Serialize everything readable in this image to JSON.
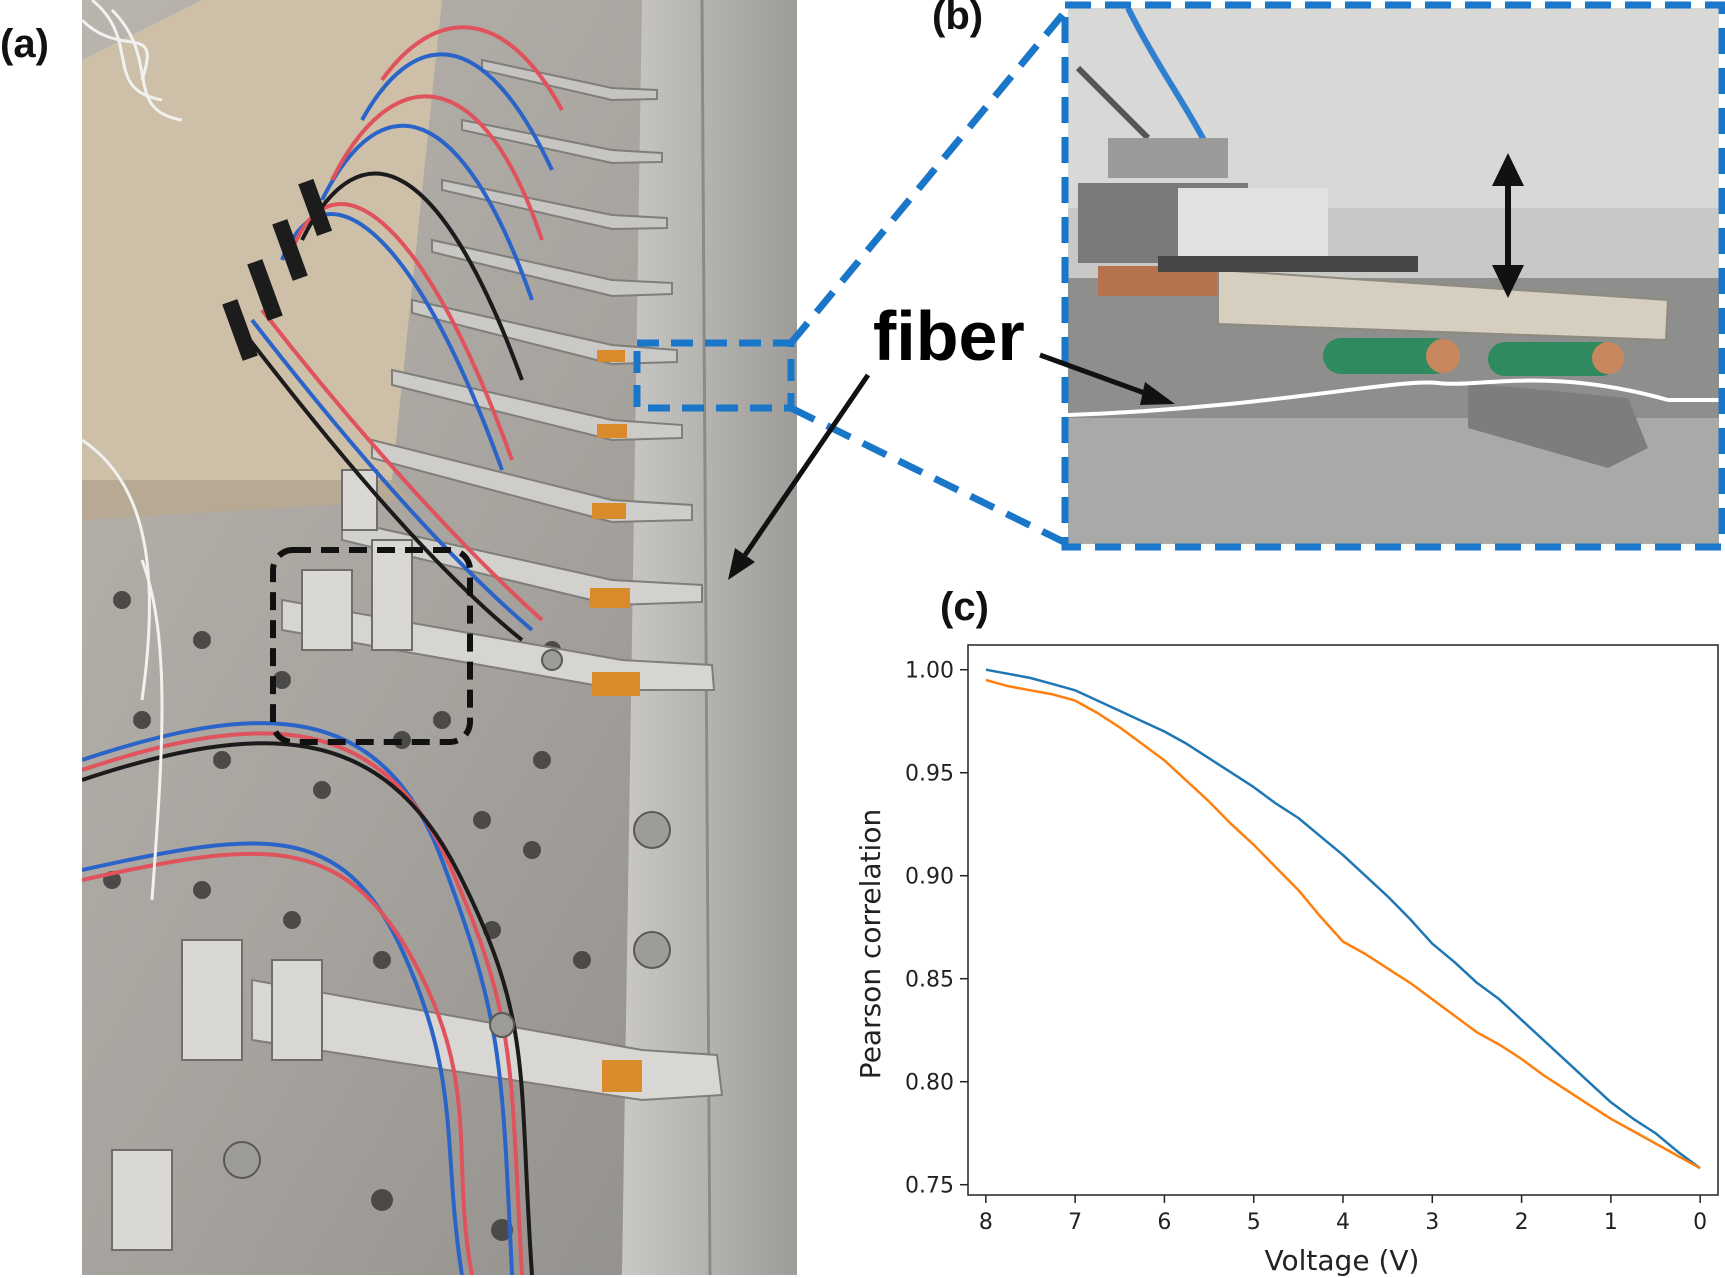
{
  "panel_labels": {
    "a": "(a)",
    "b": "(b)",
    "c": "(c)"
  },
  "annotation": {
    "fiber_label": "fiber"
  },
  "colors": {
    "highlight_box": "#1976c8",
    "zoom_box_photo_a": "#1976c8",
    "region_box_photo_a": "#111111",
    "series_1": "#1f77b4",
    "series_2": "#ff7f0e"
  },
  "chart_data": {
    "type": "line",
    "title": "",
    "xlabel": "Voltage (V)",
    "ylabel": "Pearson correlation",
    "xlim": [
      8.2,
      -0.2
    ],
    "ylim": [
      0.745,
      1.012
    ],
    "x_reversed": true,
    "grid": false,
    "xticks": [
      8,
      7,
      6,
      5,
      4,
      3,
      2,
      1,
      0
    ],
    "yticks": [
      1.0,
      0.95,
      0.9,
      0.85,
      0.8,
      0.75
    ],
    "ytick_labels": [
      "1.00",
      "0.95",
      "0.90",
      "0.85",
      "0.80",
      "0.75"
    ],
    "series": [
      {
        "color": "#1f77b4",
        "x": [
          8.0,
          7.75,
          7.5,
          7.25,
          7.0,
          6.75,
          6.5,
          6.25,
          6.0,
          5.75,
          5.5,
          5.25,
          5.0,
          4.75,
          4.5,
          4.25,
          4.0,
          3.75,
          3.5,
          3.25,
          3.0,
          2.75,
          2.5,
          2.25,
          2.0,
          1.75,
          1.5,
          1.25,
          1.0,
          0.75,
          0.5,
          0.25,
          0.0
        ],
        "values": [
          1.0,
          0.998,
          0.996,
          0.993,
          0.99,
          0.985,
          0.98,
          0.975,
          0.97,
          0.964,
          0.957,
          0.95,
          0.943,
          0.935,
          0.928,
          0.919,
          0.91,
          0.9,
          0.89,
          0.879,
          0.867,
          0.858,
          0.848,
          0.84,
          0.83,
          0.82,
          0.81,
          0.8,
          0.79,
          0.782,
          0.775,
          0.766,
          0.758
        ]
      },
      {
        "color": "#ff7f0e",
        "x": [
          8.0,
          7.75,
          7.5,
          7.25,
          7.0,
          6.75,
          6.5,
          6.25,
          6.0,
          5.75,
          5.5,
          5.25,
          5.0,
          4.75,
          4.5,
          4.25,
          4.0,
          3.75,
          3.5,
          3.25,
          3.0,
          2.75,
          2.5,
          2.25,
          2.0,
          1.75,
          1.5,
          1.25,
          1.0,
          0.75,
          0.5,
          0.25,
          0.0
        ],
        "values": [
          0.995,
          0.992,
          0.99,
          0.988,
          0.985,
          0.979,
          0.972,
          0.964,
          0.956,
          0.946,
          0.936,
          0.925,
          0.915,
          0.904,
          0.893,
          0.88,
          0.868,
          0.862,
          0.855,
          0.848,
          0.84,
          0.832,
          0.824,
          0.818,
          0.811,
          0.803,
          0.796,
          0.789,
          0.782,
          0.776,
          0.77,
          0.764,
          0.758
        ]
      }
    ]
  }
}
